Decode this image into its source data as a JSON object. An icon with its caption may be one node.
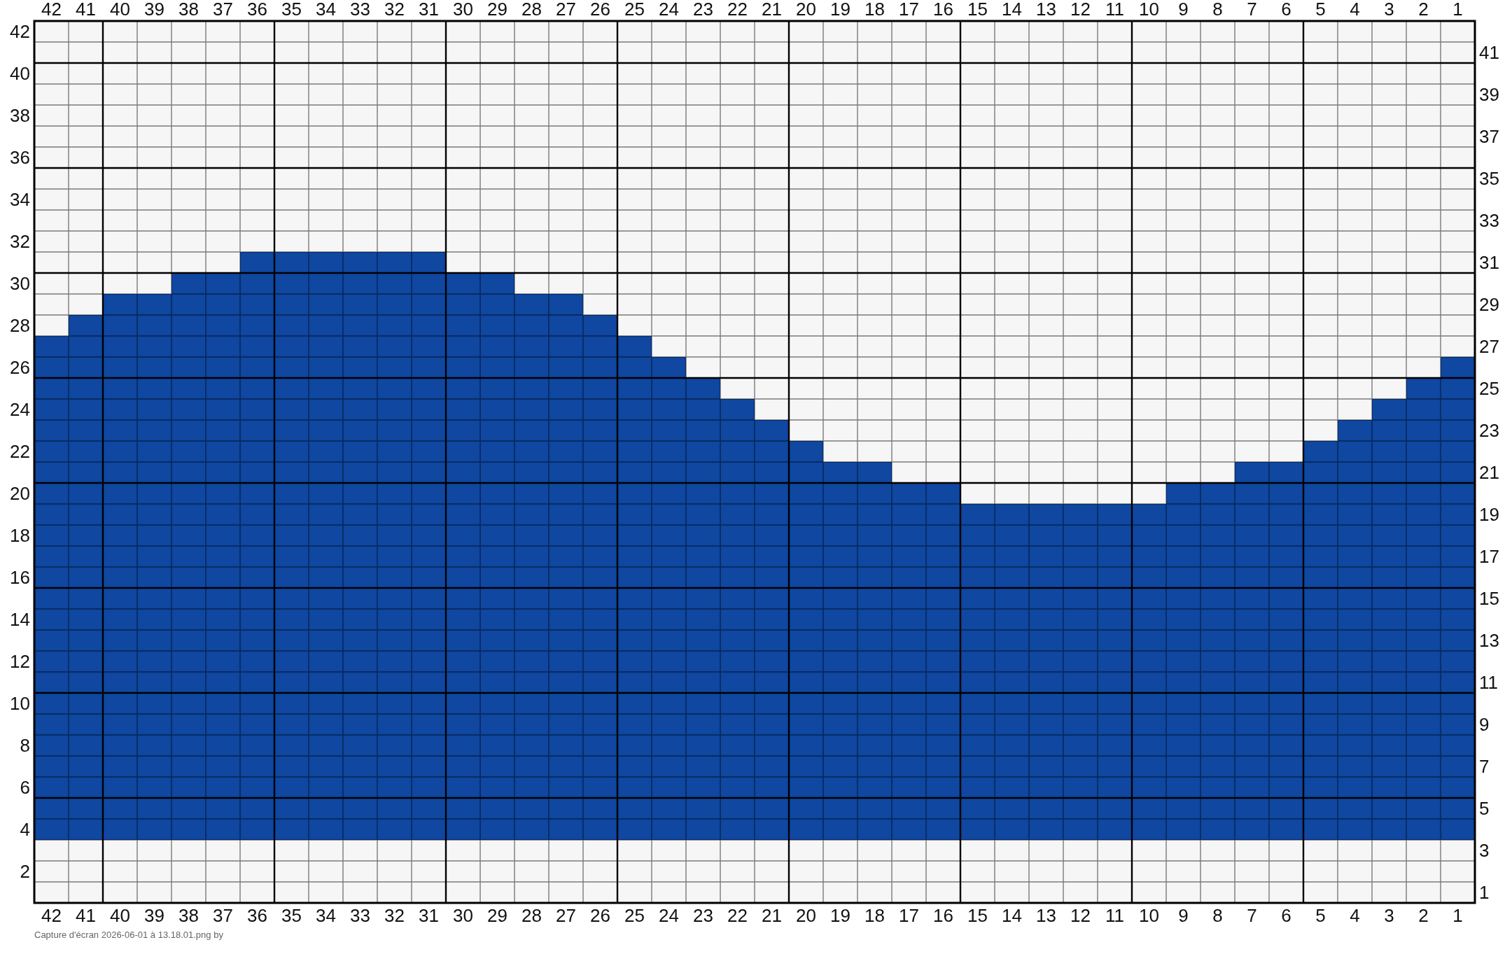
{
  "diagram": {
    "caption": "Capture d'écran 2026-06-01 à 13.18.01.png by",
    "labels": [
      "42",
      "41",
      "40",
      "39",
      "38",
      "37",
      "36",
      "35",
      "34",
      "33",
      "32",
      "31",
      "30",
      "29",
      "28",
      "27",
      "26",
      "25",
      "24",
      "23",
      "22",
      "21",
      "20",
      "19",
      "18",
      "17",
      "16",
      "15",
      "14",
      "13",
      "12",
      "11",
      "10",
      "9",
      "8",
      "7",
      "6",
      "5",
      "4",
      "3",
      "2",
      "1",
      "42",
      "40",
      "38",
      "36",
      "34",
      "32",
      "30",
      "28",
      "26",
      "24",
      "22",
      "20",
      "18",
      "16",
      "14",
      "12",
      "10",
      "8",
      "6",
      "4",
      "2"
    ],
    "chart_data": {
      "type": "bar",
      "stacked": true,
      "grid": true,
      "categories": [
        "42",
        "41",
        "40",
        "39",
        "38",
        "37",
        "36",
        "35",
        "34",
        "33",
        "32",
        "31",
        "30",
        "29",
        "28",
        "27",
        "26",
        "25",
        "24",
        "23",
        "22",
        "21",
        "20",
        "19",
        "18",
        "17",
        "16",
        "15",
        "14",
        "13",
        "12",
        "11",
        "10",
        "9",
        "8",
        "7",
        "6",
        "5",
        "4",
        "3",
        "2",
        "1"
      ],
      "series": [
        {
          "color": "#f6f6f6",
          "values": [
            3,
            3,
            3,
            3,
            3,
            3,
            3,
            3,
            3,
            3,
            3,
            3,
            3,
            3,
            3,
            3,
            3,
            3,
            3,
            3,
            3,
            3,
            3,
            3,
            3,
            3,
            3,
            3,
            3,
            3,
            3,
            3,
            3,
            3,
            3,
            3,
            3,
            3,
            3,
            3,
            3,
            3
          ]
        },
        {
          "color": "#0f47a1",
          "values": [
            24,
            25,
            26,
            26,
            27,
            27,
            28,
            28,
            28,
            28,
            28,
            28,
            27,
            27,
            26,
            26,
            25,
            24,
            23,
            22,
            21,
            20,
            19,
            18,
            18,
            17,
            17,
            16,
            16,
            16,
            16,
            16,
            16,
            17,
            17,
            18,
            18,
            19,
            20,
            21,
            22,
            23
          ]
        },
        {
          "color": "#f6f6f6",
          "values": [
            15,
            14,
            13,
            13,
            12,
            12,
            11,
            11,
            11,
            11,
            11,
            11,
            12,
            12,
            13,
            13,
            14,
            15,
            16,
            17,
            18,
            19,
            20,
            21,
            21,
            22,
            22,
            23,
            23,
            23,
            23,
            23,
            23,
            22,
            22,
            21,
            21,
            20,
            19,
            18,
            17,
            16
          ]
        }
      ],
      "ylim": [
        0,
        42
      ],
      "yticks": [
        41,
        39,
        37,
        35,
        33,
        31,
        29,
        27,
        25,
        23,
        21,
        19,
        17,
        15,
        13,
        11,
        9,
        7,
        5,
        3,
        1
      ]
    }
  }
}
